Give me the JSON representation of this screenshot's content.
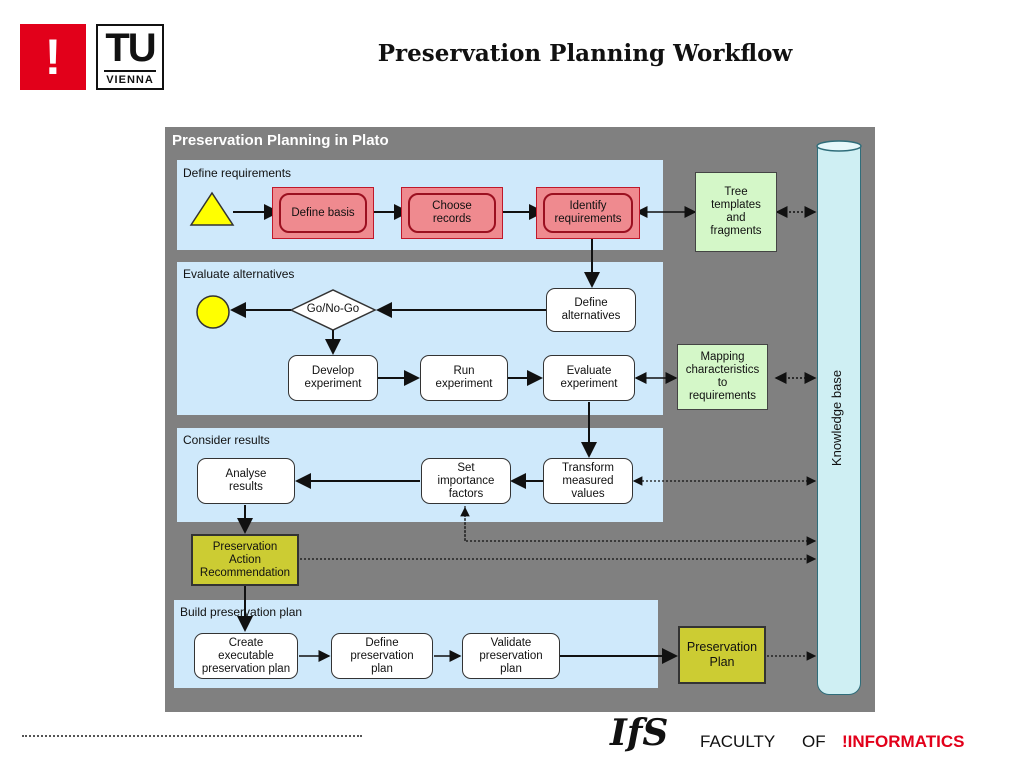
{
  "header": {
    "logo_mark": "!",
    "logo_tu": "TU",
    "logo_vienna": "VIENNA",
    "title": "Preservation Planning Workflow"
  },
  "diagram": {
    "panel_title": "Preservation Planning in Plato",
    "sections": {
      "define_requirements": "Define requirements",
      "evaluate_alternatives": "Evaluate alternatives",
      "consider_results": "Consider results",
      "build_plan": "Build preservation plan"
    },
    "nodes": {
      "define_basis": "Define basis",
      "choose_records": "Choose\nrecords",
      "identify_requirements": "Identify\nrequirements",
      "tree_templates": "Tree\ntemplates\nand\nfragments",
      "go_no_go": "Go/No-Go",
      "define_alternatives": "Define\nalternatives",
      "develop_experiment": "Develop\nexperiment",
      "run_experiment": "Run\nexperiment",
      "evaluate_experiment": "Evaluate\nexperiment",
      "mapping": "Mapping\ncharacteristics\nto\nrequirements",
      "analyse_results": "Analyse\nresults",
      "set_importance": "Set\nimportance\nfactors",
      "transform_values": "Transform\nmeasured\nvalues",
      "recommendation": "Preservation\nAction\nRecommendation",
      "create_plan": "Create\nexecutable\npreservation plan",
      "define_plan": "Define\npreservation\nplan",
      "validate_plan": "Validate\npreservation\nplan",
      "preservation_plan": "Preservation\nPlan",
      "knowledge_base": "Knowledge base"
    },
    "colors": {
      "section_bg": "#cfe9fb",
      "panel_bg": "#808080",
      "basis_steps": "#ef8a8f",
      "resources": "#d4f7c8",
      "outputs": "#cccc33",
      "start_triangle": "#ffff00",
      "end_circle": "#ffff00"
    }
  },
  "footer": {
    "logo_mark": "IfS",
    "faculty": "FACULTY",
    "of": "OF",
    "informatics": "!INFORMATICS"
  }
}
